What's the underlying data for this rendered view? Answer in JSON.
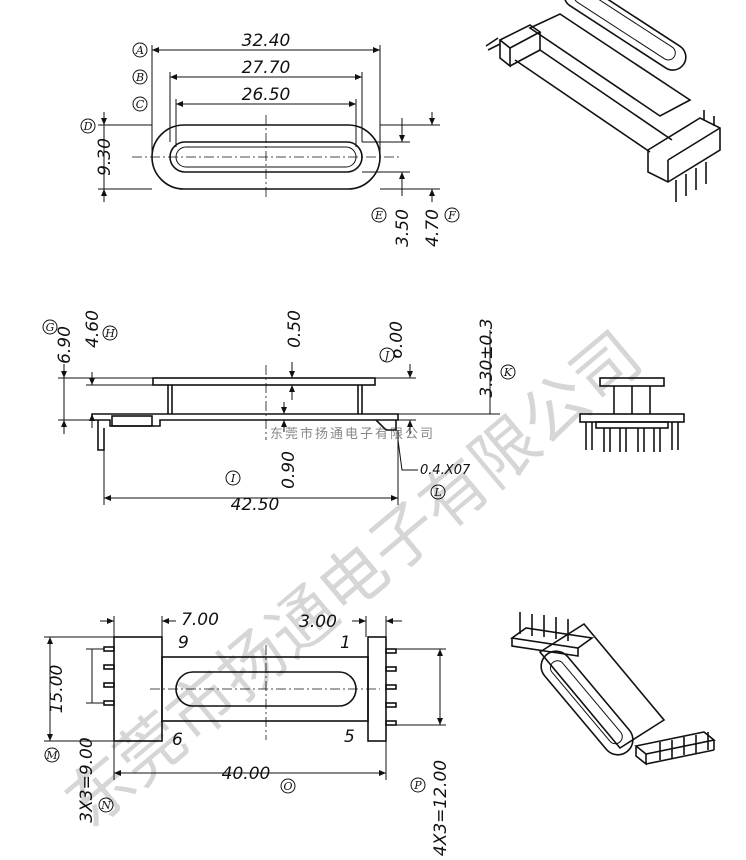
{
  "dimensions": {
    "a_len": "32.40",
    "b_len": "27.70",
    "c_len": "26.50",
    "d_height": "9.30",
    "e_width": "3.50",
    "f_width": "4.70",
    "g_height": "6.90",
    "h_height": "4.60",
    "j_gap": "0.50",
    "j_height": "6.00",
    "k_height": "3.30±0.3",
    "i_length": "42.50",
    "base_offset": "0.90",
    "l_pin": "0.4.X07",
    "top_pitch_a": "7.00",
    "top_pitch_b": "3.00",
    "m_height": "15.00",
    "n_pitch": "3X3=9.00",
    "o_length": "40.00",
    "p_pitch": "4X3=12.00"
  },
  "pins": {
    "p9": "9",
    "p1": "1",
    "p6": "6",
    "p5": "5"
  },
  "refs": {
    "A": "A",
    "B": "B",
    "C": "C",
    "D": "D",
    "E": "E",
    "F": "F",
    "G": "G",
    "H": "H",
    "J": "J",
    "K": "K",
    "I": "I",
    "L": "L",
    "M": "M",
    "N": "N",
    "O": "O",
    "P": "P"
  },
  "watermark": {
    "large": "东莞市扬通电子有限公司",
    "small": "东莞市扬通电子有限公司"
  }
}
